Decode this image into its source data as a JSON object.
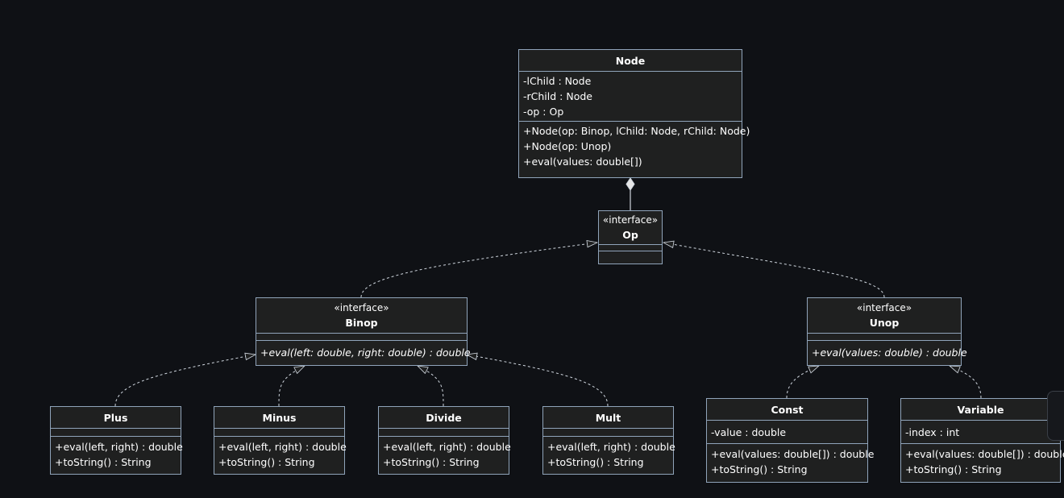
{
  "classes": {
    "node": {
      "name": "Node",
      "attributes": [
        "-lChild : Node",
        "-rChild : Node",
        "-op : Op"
      ],
      "methods": [
        "+Node(op: Binop, lChild: Node, rChild: Node)",
        "+Node(op: Unop)",
        "+eval(values: double[])"
      ]
    },
    "op": {
      "stereotype": "«interface»",
      "name": "Op"
    },
    "binop": {
      "stereotype": "«interface»",
      "name": "Binop",
      "methods": [
        "+eval(left: double, right: double) : double"
      ]
    },
    "unop": {
      "stereotype": "«interface»",
      "name": "Unop",
      "methods": [
        "+eval(values: double) : double"
      ]
    },
    "plus": {
      "name": "Plus",
      "methods": [
        "+eval(left, right) : double",
        "+toString() : String"
      ]
    },
    "minus": {
      "name": "Minus",
      "methods": [
        "+eval(left, right) : double",
        "+toString() : String"
      ]
    },
    "divide": {
      "name": "Divide",
      "methods": [
        "+eval(left, right) : double",
        "+toString() : String"
      ]
    },
    "mult": {
      "name": "Mult",
      "methods": [
        "+eval(left, right) : double",
        "+toString() : String"
      ]
    },
    "const": {
      "name": "Const",
      "attributes": [
        "-value : double"
      ],
      "methods": [
        "+eval(values: double[]) : double",
        "+toString() : String"
      ]
    },
    "variable": {
      "name": "Variable",
      "attributes": [
        "-index : int"
      ],
      "methods": [
        "+eval(values: double[]) : double",
        "+toString() : String"
      ]
    }
  },
  "colors": {
    "background": "#0f1115",
    "box_fill": "#1f2020",
    "box_border": "#90a4ba",
    "edge": "#cfd6de",
    "text": "#ffffff"
  }
}
